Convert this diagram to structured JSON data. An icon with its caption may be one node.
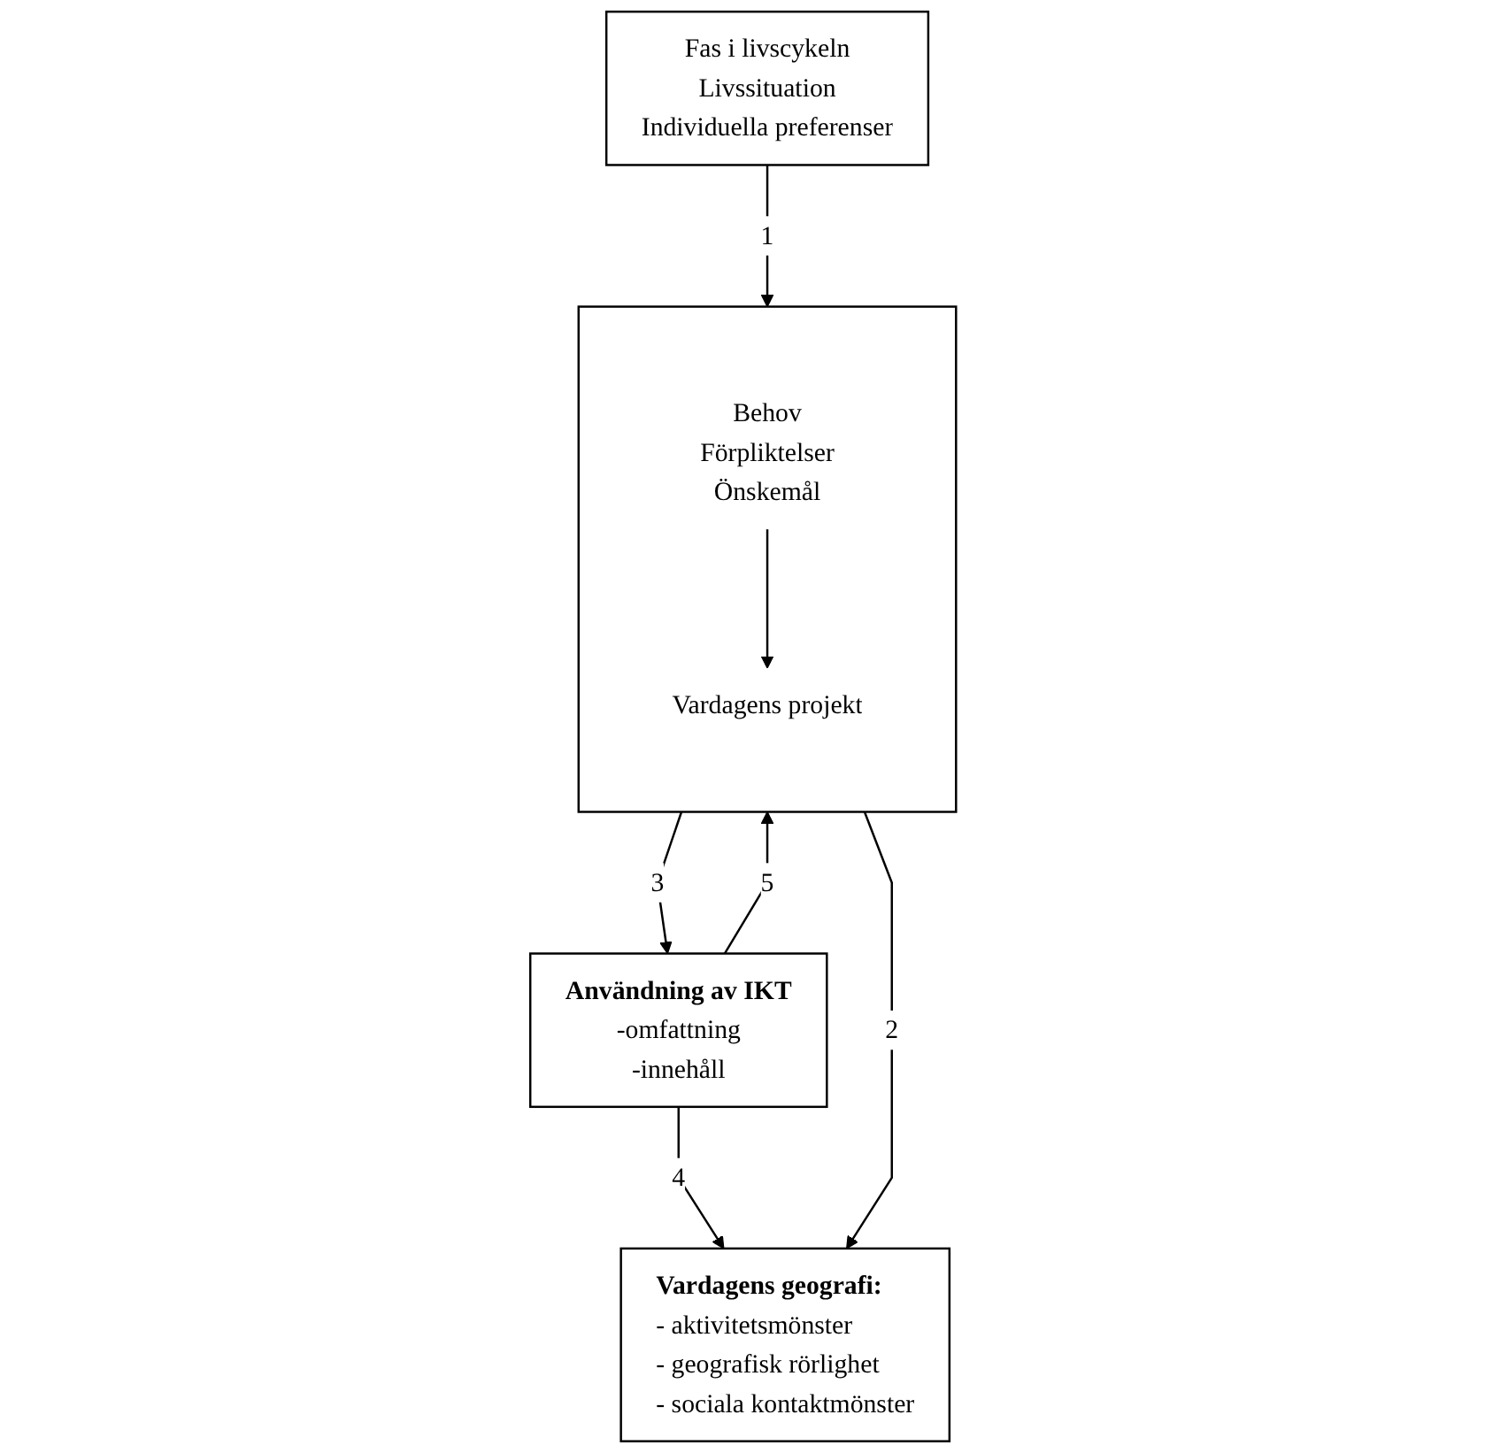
{
  "diagram": {
    "nodes": [
      {
        "text": [
          "Fas i livscykeln",
          "Livssituation",
          "Individuella preferenser"
        ]
      },
      {
        "text": [],
        "shape": "box"
      },
      {
        "text": [
          "Behov",
          "Förpliktelser",
          "Önskemål"
        ],
        "in": 1
      },
      {
        "text": [
          "Vardagens projekt"
        ],
        "in": 1
      },
      {
        "text": [
          "Användning av IKT",
          "-omfattning",
          "-innehåll"
        ]
      },
      {
        "text": [
          "Vardagens geografi:",
          "- aktivitetsmönster",
          "- geografisk rörlighet",
          "- sociala kontaktmönster"
        ]
      }
    ],
    "edges": [
      {
        "from": 0,
        "to": 1,
        "arrow": "to",
        "label": "1"
      },
      {
        "from": 1,
        "to": 4,
        "arrow": "to",
        "label": "3"
      },
      {
        "from": 4,
        "to": 1,
        "arrow": "to",
        "label": "5"
      },
      {
        "from": 2,
        "to": 3,
        "arrow": "to"
      },
      {
        "from": 4,
        "to": 5,
        "arrow": "to",
        "label": "4"
      },
      {
        "from": 1,
        "to": 5,
        "arrow": "to",
        "label": "2"
      }
    ]
  }
}
